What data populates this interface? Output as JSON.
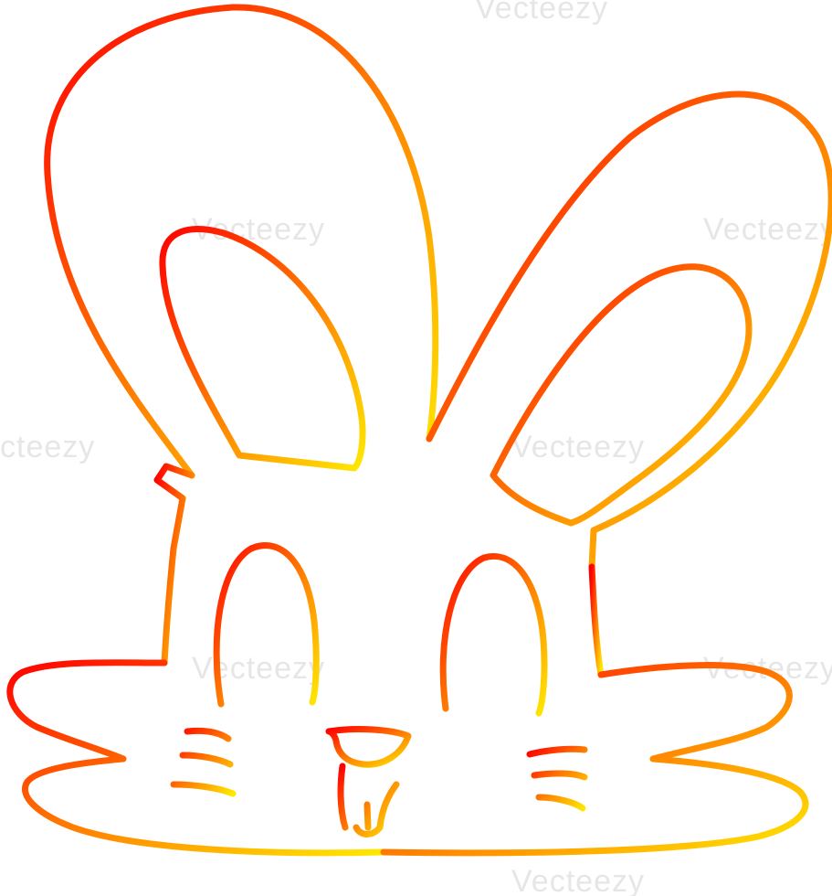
{
  "watermark": {
    "text": "Vecteezy",
    "text_partial_left": "cteezy",
    "color": "#e6e6e6"
  },
  "colors": {
    "gradient_start": "#ff0000",
    "gradient_mid": "#ff7a00",
    "gradient_end": "#ffe800",
    "background": "#ffffff"
  },
  "illustration": "cartoon-bunny-face"
}
